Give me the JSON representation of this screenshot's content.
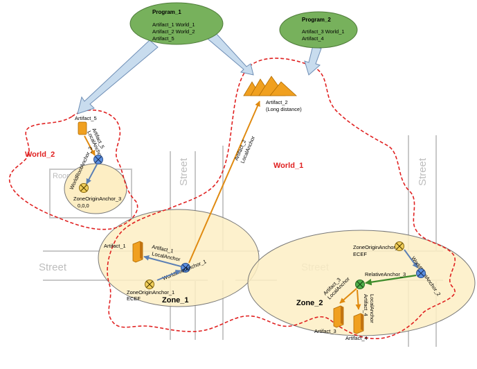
{
  "programs": [
    {
      "title": "Program_1",
      "lines": [
        "Artifact_1  World_1",
        "Artifact_2  World_2",
        "Artifact_5"
      ]
    },
    {
      "title": "Program_2",
      "lines": [
        "Artifact_3  World_1",
        "Artifact_4"
      ]
    }
  ],
  "worlds": {
    "world_1": "World_1",
    "world_2": "World_2"
  },
  "zones": {
    "zone_1": "Zone_1",
    "zone_2": "Zone_2"
  },
  "room_label": "Room",
  "street_label": "Street",
  "artifacts": {
    "artifact_1": "Artifact_1",
    "artifact_2": "Artifact_2",
    "artifact_2_note": "(Long distance)",
    "artifact_3": "Artifact_3",
    "artifact_4": "Artifact_4",
    "artifact_5": "Artifact_5"
  },
  "anchors": {
    "zone_origin_1": "ZoneOriginAnchor_1",
    "zone_origin_1_frame": "ECEF",
    "zone_origin_2": "ZoneOriginAnchor_2",
    "zone_origin_2_frame": "ECEF",
    "zone_origin_3": "ZoneOriginAnchor_3",
    "zone_origin_3_coords": "0,0,0",
    "world_root_1": "WorldRootAnchor_1",
    "world_root_2": "WorldRootAnchor_2",
    "world_root_3": "WorldRootAnchor_3",
    "relative_3": "RelativeAnchor_3"
  },
  "links": {
    "artifact_1_line1": "Artifact_1",
    "artifact_1_line2": "LocalAnchor",
    "artifact_2_line1": "Artifact_2",
    "artifact_2_line2": "LocalAnchor",
    "artifact_3_line1": "Artifact_3",
    "artifact_3_line2": "LocalAnchor",
    "artifact_4_line1": "Artifact_4",
    "artifact_4_line2": "LocalAnchor",
    "artifact_5_line1": "Artifact_5",
    "artifact_5_line2": "LocalAnchor"
  },
  "colors": {
    "program_fill": "#77b15c",
    "zone_fill": "#fdeec4",
    "world_boundary": "#e02020",
    "street_lines": "#c8c8c8",
    "anchor_arrow_blue": "#5b7fb5",
    "artifact_arrow_orange": "#e08a10",
    "relative_arrow_green": "#3f8c2c",
    "mapping_arrow": "#c8dcee"
  }
}
